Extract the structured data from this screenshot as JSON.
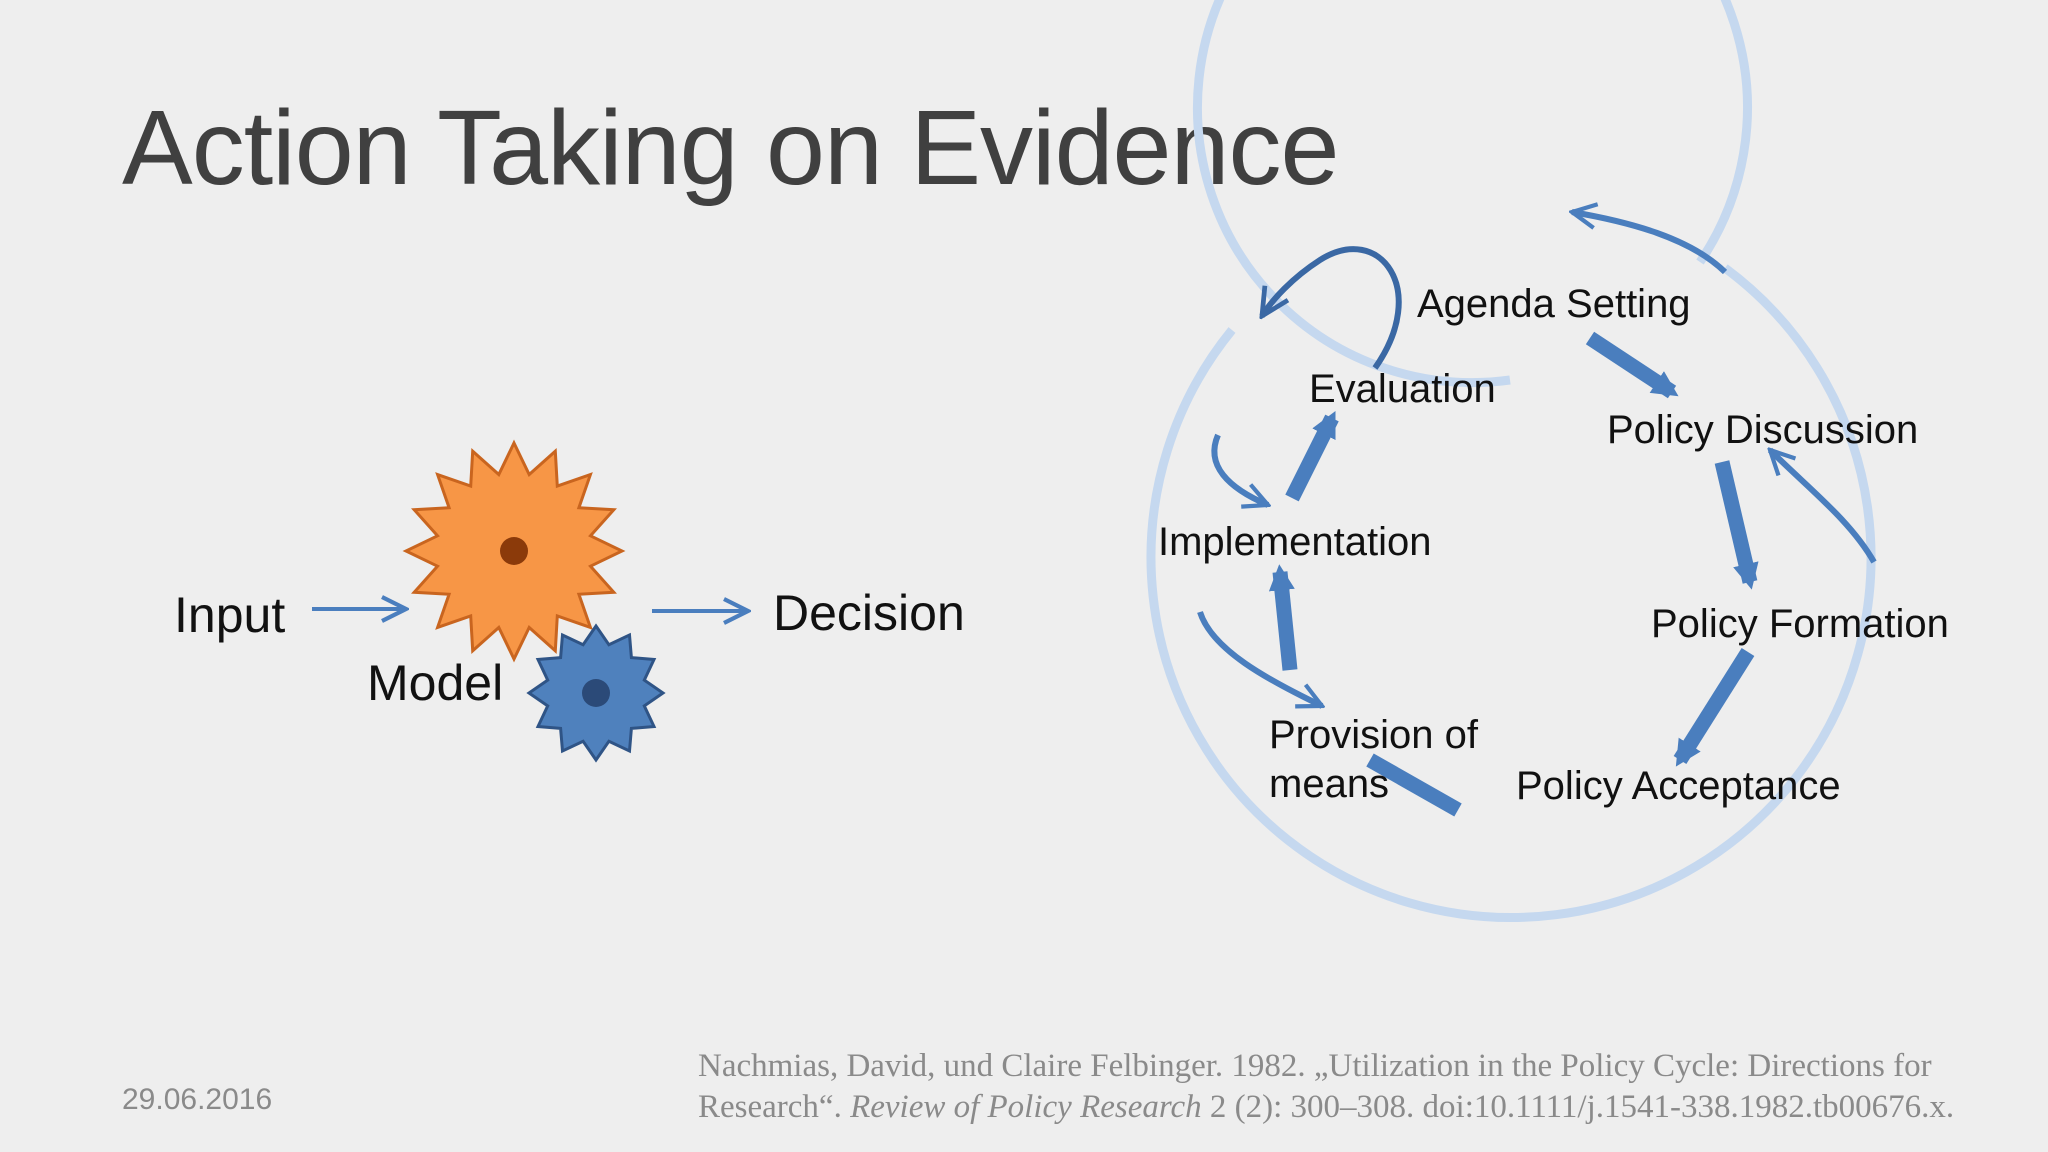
{
  "slide": {
    "title": "Action Taking on Evidence",
    "date": "29.06.2016",
    "citation": {
      "line1": "Nachmias, David, und Claire Felbinger. 1982. „Utilization in the Policy Cycle: Directions for",
      "line2_pre": "Research“. ",
      "line2_journal": "Review of Policy Research",
      "line2_post": " 2 (2): 300–308. doi:10.1111/j.1541-338.1982.tb00676.x."
    }
  },
  "model_diagram": {
    "input": "Input",
    "model": "Model",
    "decision": "Decision"
  },
  "policy_cycle": {
    "stages": {
      "agenda_setting": "Agenda Setting",
      "policy_discussion": "Policy Discussion",
      "policy_formation": "Policy Formation",
      "policy_acceptance": "Policy Acceptance",
      "provision_line1": "Provision of",
      "provision_line2": "means",
      "implementation": "Implementation",
      "evaluation": "Evaluation"
    }
  },
  "colors": {
    "background": "#eeeeee",
    "arrow_blue": "#4a7ebe",
    "ring_light_blue": "#c5d8ef",
    "gear_orange": "#f79646",
    "gear_orange_stroke": "#c9651f",
    "gear_blue": "#4f81bd",
    "gear_blue_stroke": "#2f5486"
  }
}
